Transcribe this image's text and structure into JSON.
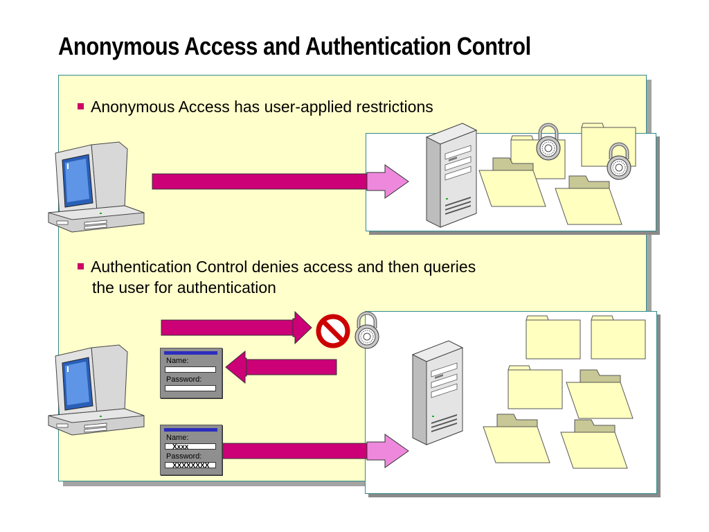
{
  "title": "Anonymous Access and Authentication Control",
  "bullets": [
    "Anonymous Access has user-applied restrictions",
    "Authentication Control denies access and then queries",
    "the user for authentication"
  ],
  "login_prompt": {
    "name_label": "Name:",
    "password_label": "Password:"
  },
  "login_filled": {
    "name_label": "Name:",
    "name_value": "Xxxx",
    "password_label": "Password:",
    "password_value": "XXXXXXXX"
  },
  "colors": {
    "bullet": "#cc0066",
    "arrow": "#cc0077",
    "arrow_head": "#ee88dd",
    "panel": "#ffffcc",
    "folder": "#ffffc0",
    "folder_back": "#c8c896",
    "deny": "#cc0000"
  }
}
